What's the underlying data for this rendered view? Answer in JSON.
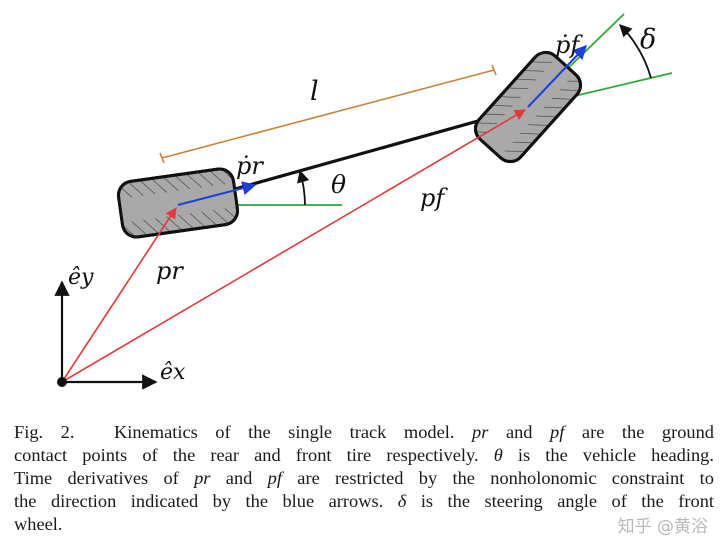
{
  "diagram": {
    "labels": {
      "l": "l",
      "p_r_dot": "ṗr",
      "theta": "θ",
      "p_f": "pf",
      "p_r": "pr",
      "p_f_dot": "ṗf",
      "delta": "δ",
      "e_y": "êy",
      "e_x": "êx"
    },
    "colors": {
      "position_vector": "#e03a3a",
      "velocity_arrow": "#1f3fd8",
      "heading_reference": "#2ea83a",
      "length_marker": "#c8833a",
      "chassis": "#111111",
      "tire_fill": "#a9a9a9"
    }
  },
  "caption": {
    "figure_label": "Fig. 2.",
    "line1": {
      "t1": "Kinematics of the single track model.",
      "s1": "pr",
      "t2": "and",
      "s2": "pf",
      "t3": "are the ground"
    },
    "line2": {
      "t1": "contact points of the rear and front tire respectively.",
      "s1": "θ",
      "t2": "is the vehicle heading."
    },
    "line3": {
      "t1": "Time derivatives of",
      "s1": "pr",
      "t2": "and",
      "s2": "pf",
      "t3": "are restricted by the nonholonomic constraint to"
    },
    "line4": {
      "t1": "the direction indicated by the blue arrows.",
      "s1": "δ",
      "t2": "is the steering angle of the front"
    },
    "line5": "wheel."
  },
  "watermark": "知乎 @黄浴"
}
